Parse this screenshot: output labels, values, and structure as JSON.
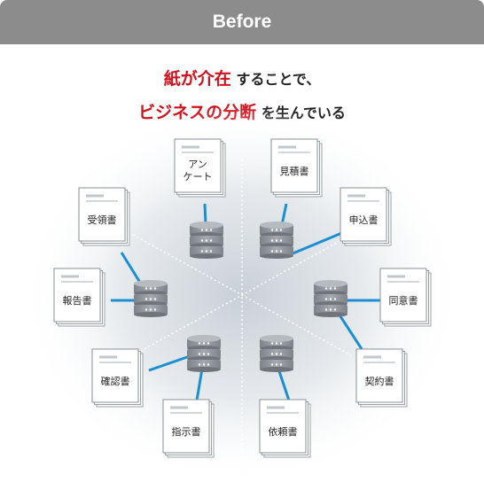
{
  "header": {
    "title": "Before"
  },
  "headline": {
    "line1": {
      "emphasis": "紙が介在",
      "rest": "することで、"
    },
    "line2": {
      "emphasis": "ビジネスの分断",
      "rest": "を生んでいる"
    }
  },
  "documents": [
    {
      "id": "survey",
      "label_lines": [
        "アン",
        "ケート"
      ]
    },
    {
      "id": "estimate",
      "label_lines": [
        "見積書"
      ]
    },
    {
      "id": "order-receipt",
      "label_lines": [
        "受領書"
      ]
    },
    {
      "id": "application",
      "label_lines": [
        "申込書"
      ]
    },
    {
      "id": "report",
      "label_lines": [
        "報告書"
      ]
    },
    {
      "id": "consent",
      "label_lines": [
        "同意書"
      ]
    },
    {
      "id": "confirmation",
      "label_lines": [
        "確認書"
      ]
    },
    {
      "id": "contract",
      "label_lines": [
        "契約書"
      ]
    },
    {
      "id": "instruction",
      "label_lines": [
        "指示書"
      ]
    },
    {
      "id": "request",
      "label_lines": [
        "依頼書"
      ]
    }
  ],
  "colors": {
    "header_bg": "#8c8c8c",
    "emphasis_red": "#d0101b",
    "connector_blue": "#1b8fd1",
    "database_gray": "#8a9096",
    "divider": "#ffffff"
  }
}
